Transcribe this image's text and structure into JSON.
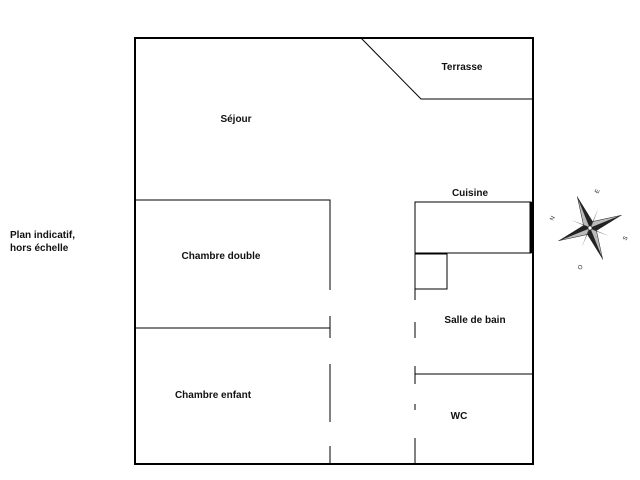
{
  "note": {
    "line1": "Plan indicatif,",
    "line2": "hors échelle"
  },
  "rooms": {
    "terrasse": "Terrasse",
    "sejour": "Séjour",
    "cuisine": "Cuisine",
    "chambre_double": "Chambre double",
    "salle_de_bain": "Salle de bain",
    "chambre_enfant": "Chambre enfant",
    "wc": "WC"
  },
  "compass": {
    "north": "N",
    "east": "E",
    "south": "S",
    "west": "O"
  }
}
